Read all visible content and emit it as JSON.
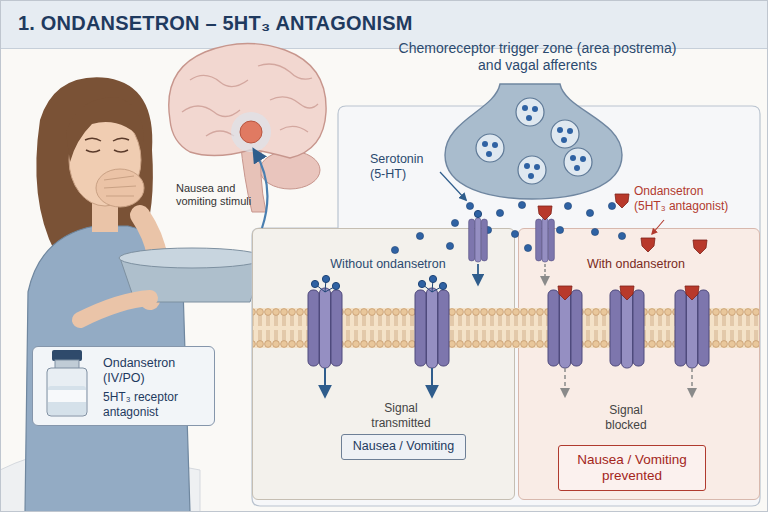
{
  "diagram": {
    "title": "1. ONDANSETRON – 5HT₃ ANTAGONISM",
    "nodes": [
      {
        "text": [
          "Chemoreceptor trigger zone (area postrema) and vagal afferents"
        ]
      },
      {
        "text": [
          "Without ondansetron",
          "Signal transmitted"
        ],
        "in": 0
      },
      {
        "text": [
          "Nausea / Vomiting"
        ],
        "in": 1
      },
      {
        "text": [
          "With ondansetron",
          "Signal blocked"
        ],
        "in": 0
      },
      {
        "text": [
          "Nausea / Vomiting prevented"
        ],
        "in": 3
      },
      {
        "text": [
          "Ondansetron (IV/PO)",
          "5HT₃ receptor antagonist"
        ]
      }
    ],
    "labels": [
      "Nausea and vomiting stimuli",
      "Serotonin (5-HT)",
      "Ondansetron (5HT₃ antagonist)"
    ]
  }
}
